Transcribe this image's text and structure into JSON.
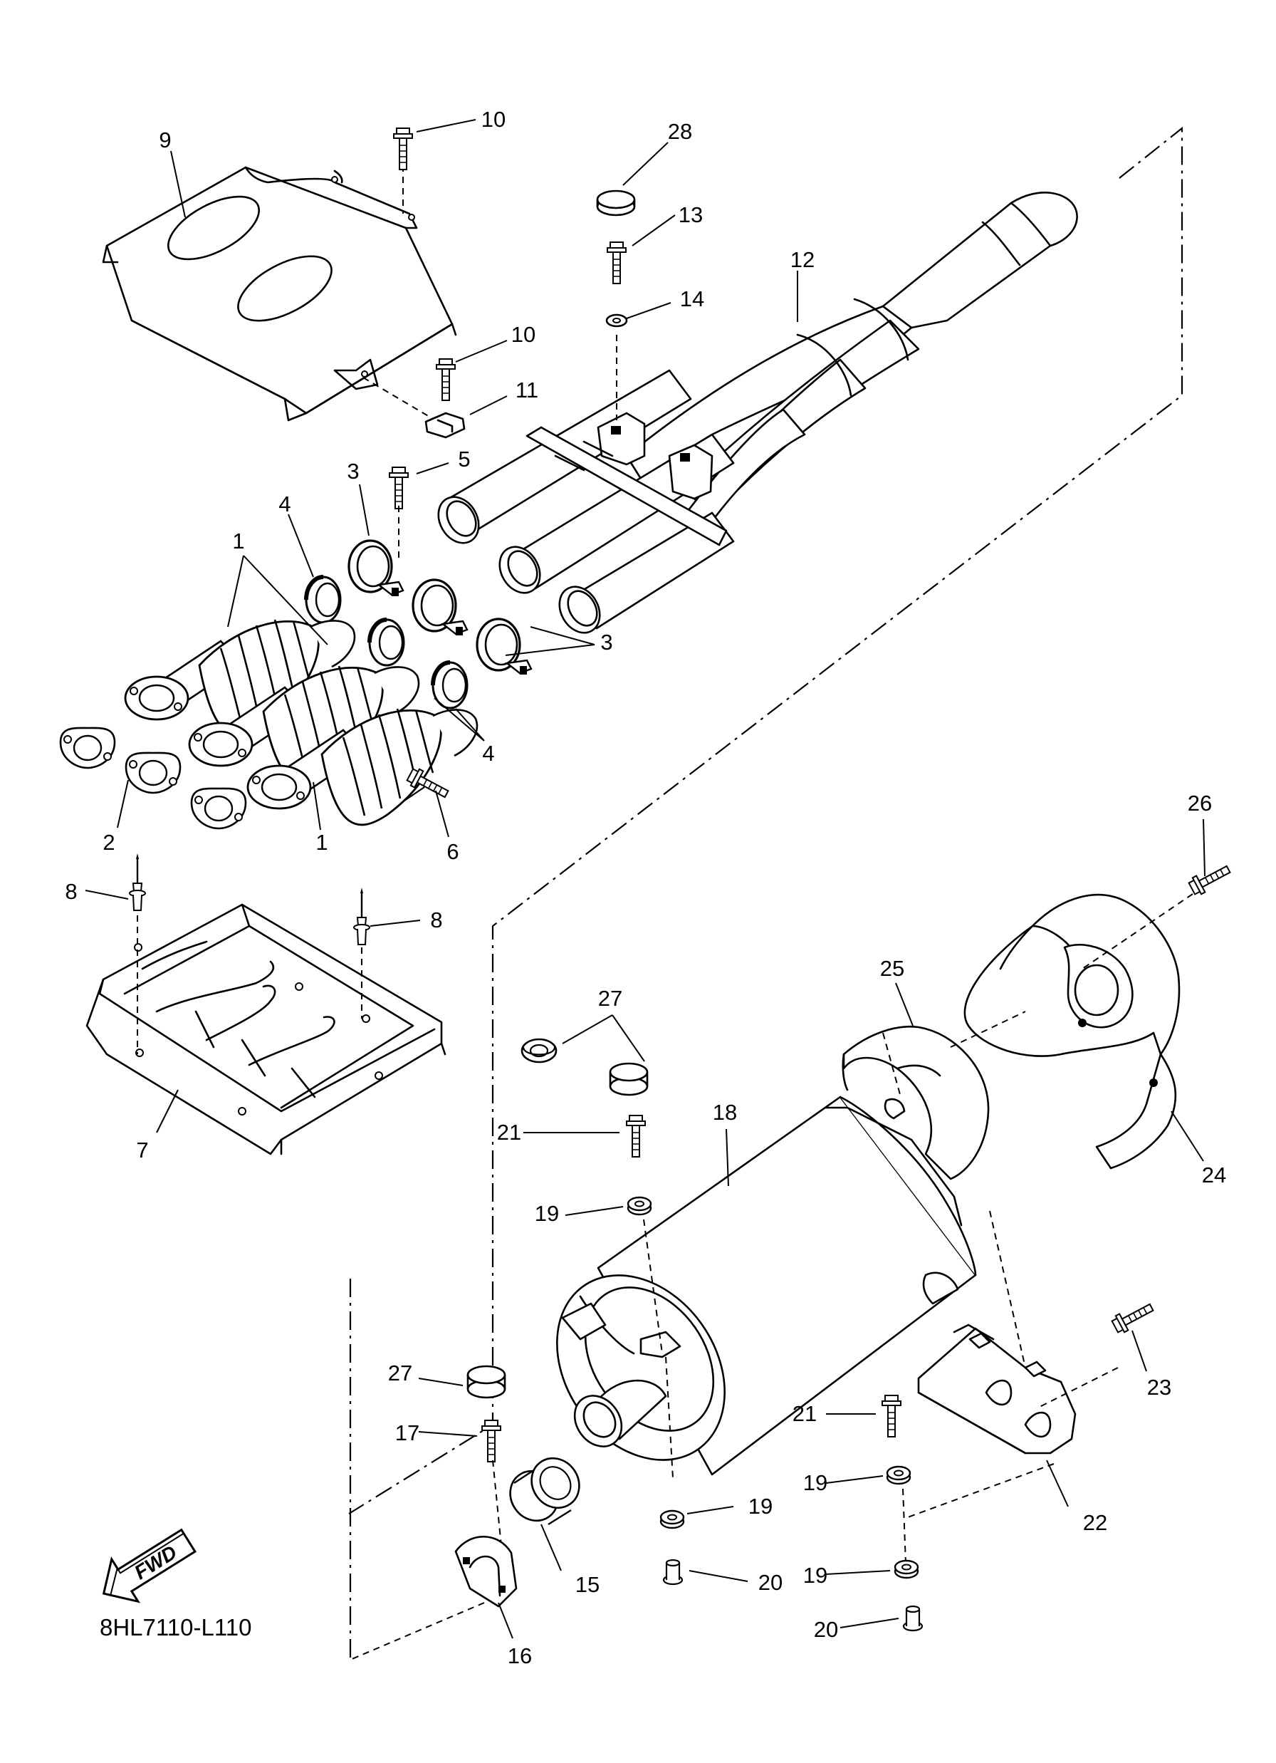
{
  "diagram": {
    "code": "8HL7110-L110",
    "fwd_label": "FWD",
    "callouts": [
      {
        "id": "c1a",
        "text": "1"
      },
      {
        "id": "c1b",
        "text": "1"
      },
      {
        "id": "c2",
        "text": "2"
      },
      {
        "id": "c3a",
        "text": "3"
      },
      {
        "id": "c3b",
        "text": "3"
      },
      {
        "id": "c4a",
        "text": "4"
      },
      {
        "id": "c4b",
        "text": "4"
      },
      {
        "id": "c5",
        "text": "5"
      },
      {
        "id": "c6",
        "text": "6"
      },
      {
        "id": "c7",
        "text": "7"
      },
      {
        "id": "c8a",
        "text": "8"
      },
      {
        "id": "c8b",
        "text": "8"
      },
      {
        "id": "c9",
        "text": "9"
      },
      {
        "id": "c10a",
        "text": "10"
      },
      {
        "id": "c10b",
        "text": "10"
      },
      {
        "id": "c11",
        "text": "11"
      },
      {
        "id": "c12",
        "text": "12"
      },
      {
        "id": "c13",
        "text": "13"
      },
      {
        "id": "c14",
        "text": "14"
      },
      {
        "id": "c15",
        "text": "15"
      },
      {
        "id": "c16",
        "text": "16"
      },
      {
        "id": "c17",
        "text": "17"
      },
      {
        "id": "c18",
        "text": "18"
      },
      {
        "id": "c19a",
        "text": "19"
      },
      {
        "id": "c19b",
        "text": "19"
      },
      {
        "id": "c19c",
        "text": "19"
      },
      {
        "id": "c19d",
        "text": "19"
      },
      {
        "id": "c20a",
        "text": "20"
      },
      {
        "id": "c20b",
        "text": "20"
      },
      {
        "id": "c21a",
        "text": "21"
      },
      {
        "id": "c21b",
        "text": "21"
      },
      {
        "id": "c22",
        "text": "22"
      },
      {
        "id": "c23",
        "text": "23"
      },
      {
        "id": "c24",
        "text": "24"
      },
      {
        "id": "c25",
        "text": "25"
      },
      {
        "id": "c26",
        "text": "26"
      },
      {
        "id": "c27a",
        "text": "27"
      },
      {
        "id": "c27b",
        "text": "27"
      },
      {
        "id": "c28",
        "text": "28"
      }
    ]
  }
}
